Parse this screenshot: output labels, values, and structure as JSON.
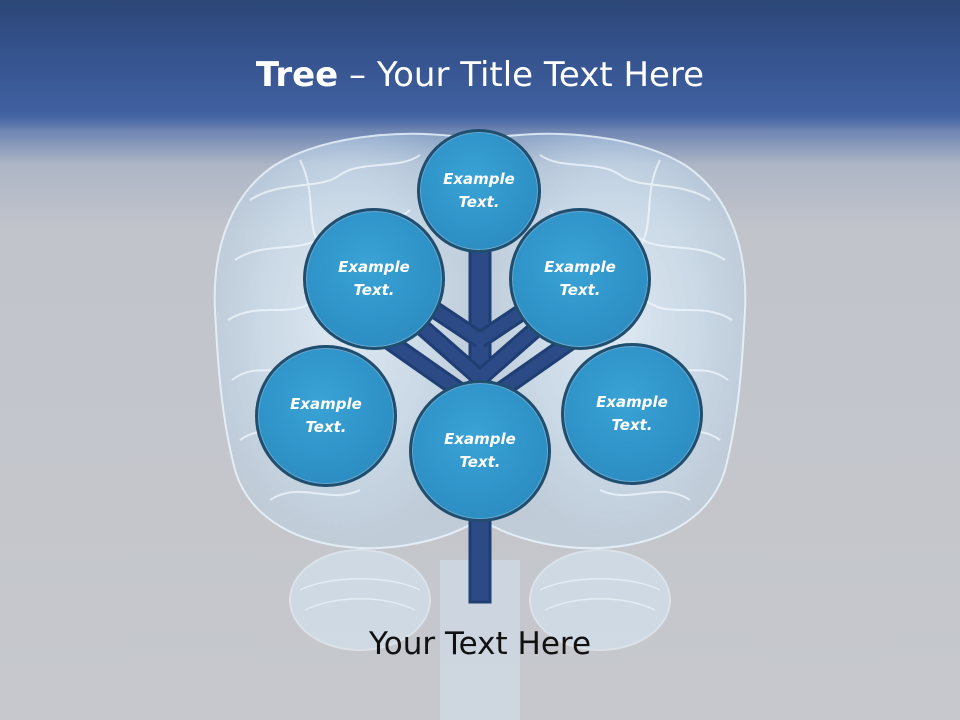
{
  "slide": {
    "title_bold": "Tree",
    "title_rest": " – Your Title Text Here",
    "caption": "Your Text Here"
  },
  "nodes": {
    "top": "Example Text.",
    "upper_left": "Example Text.",
    "upper_right": "Example Text.",
    "lower_left": "Example Text.",
    "lower_right": "Example Text.",
    "center": "Example Text."
  },
  "colors": {
    "header": "#34528c",
    "node_fill": "#2f93c8",
    "node_border": "#1f4e6f",
    "trunk": "#2b4a86"
  }
}
